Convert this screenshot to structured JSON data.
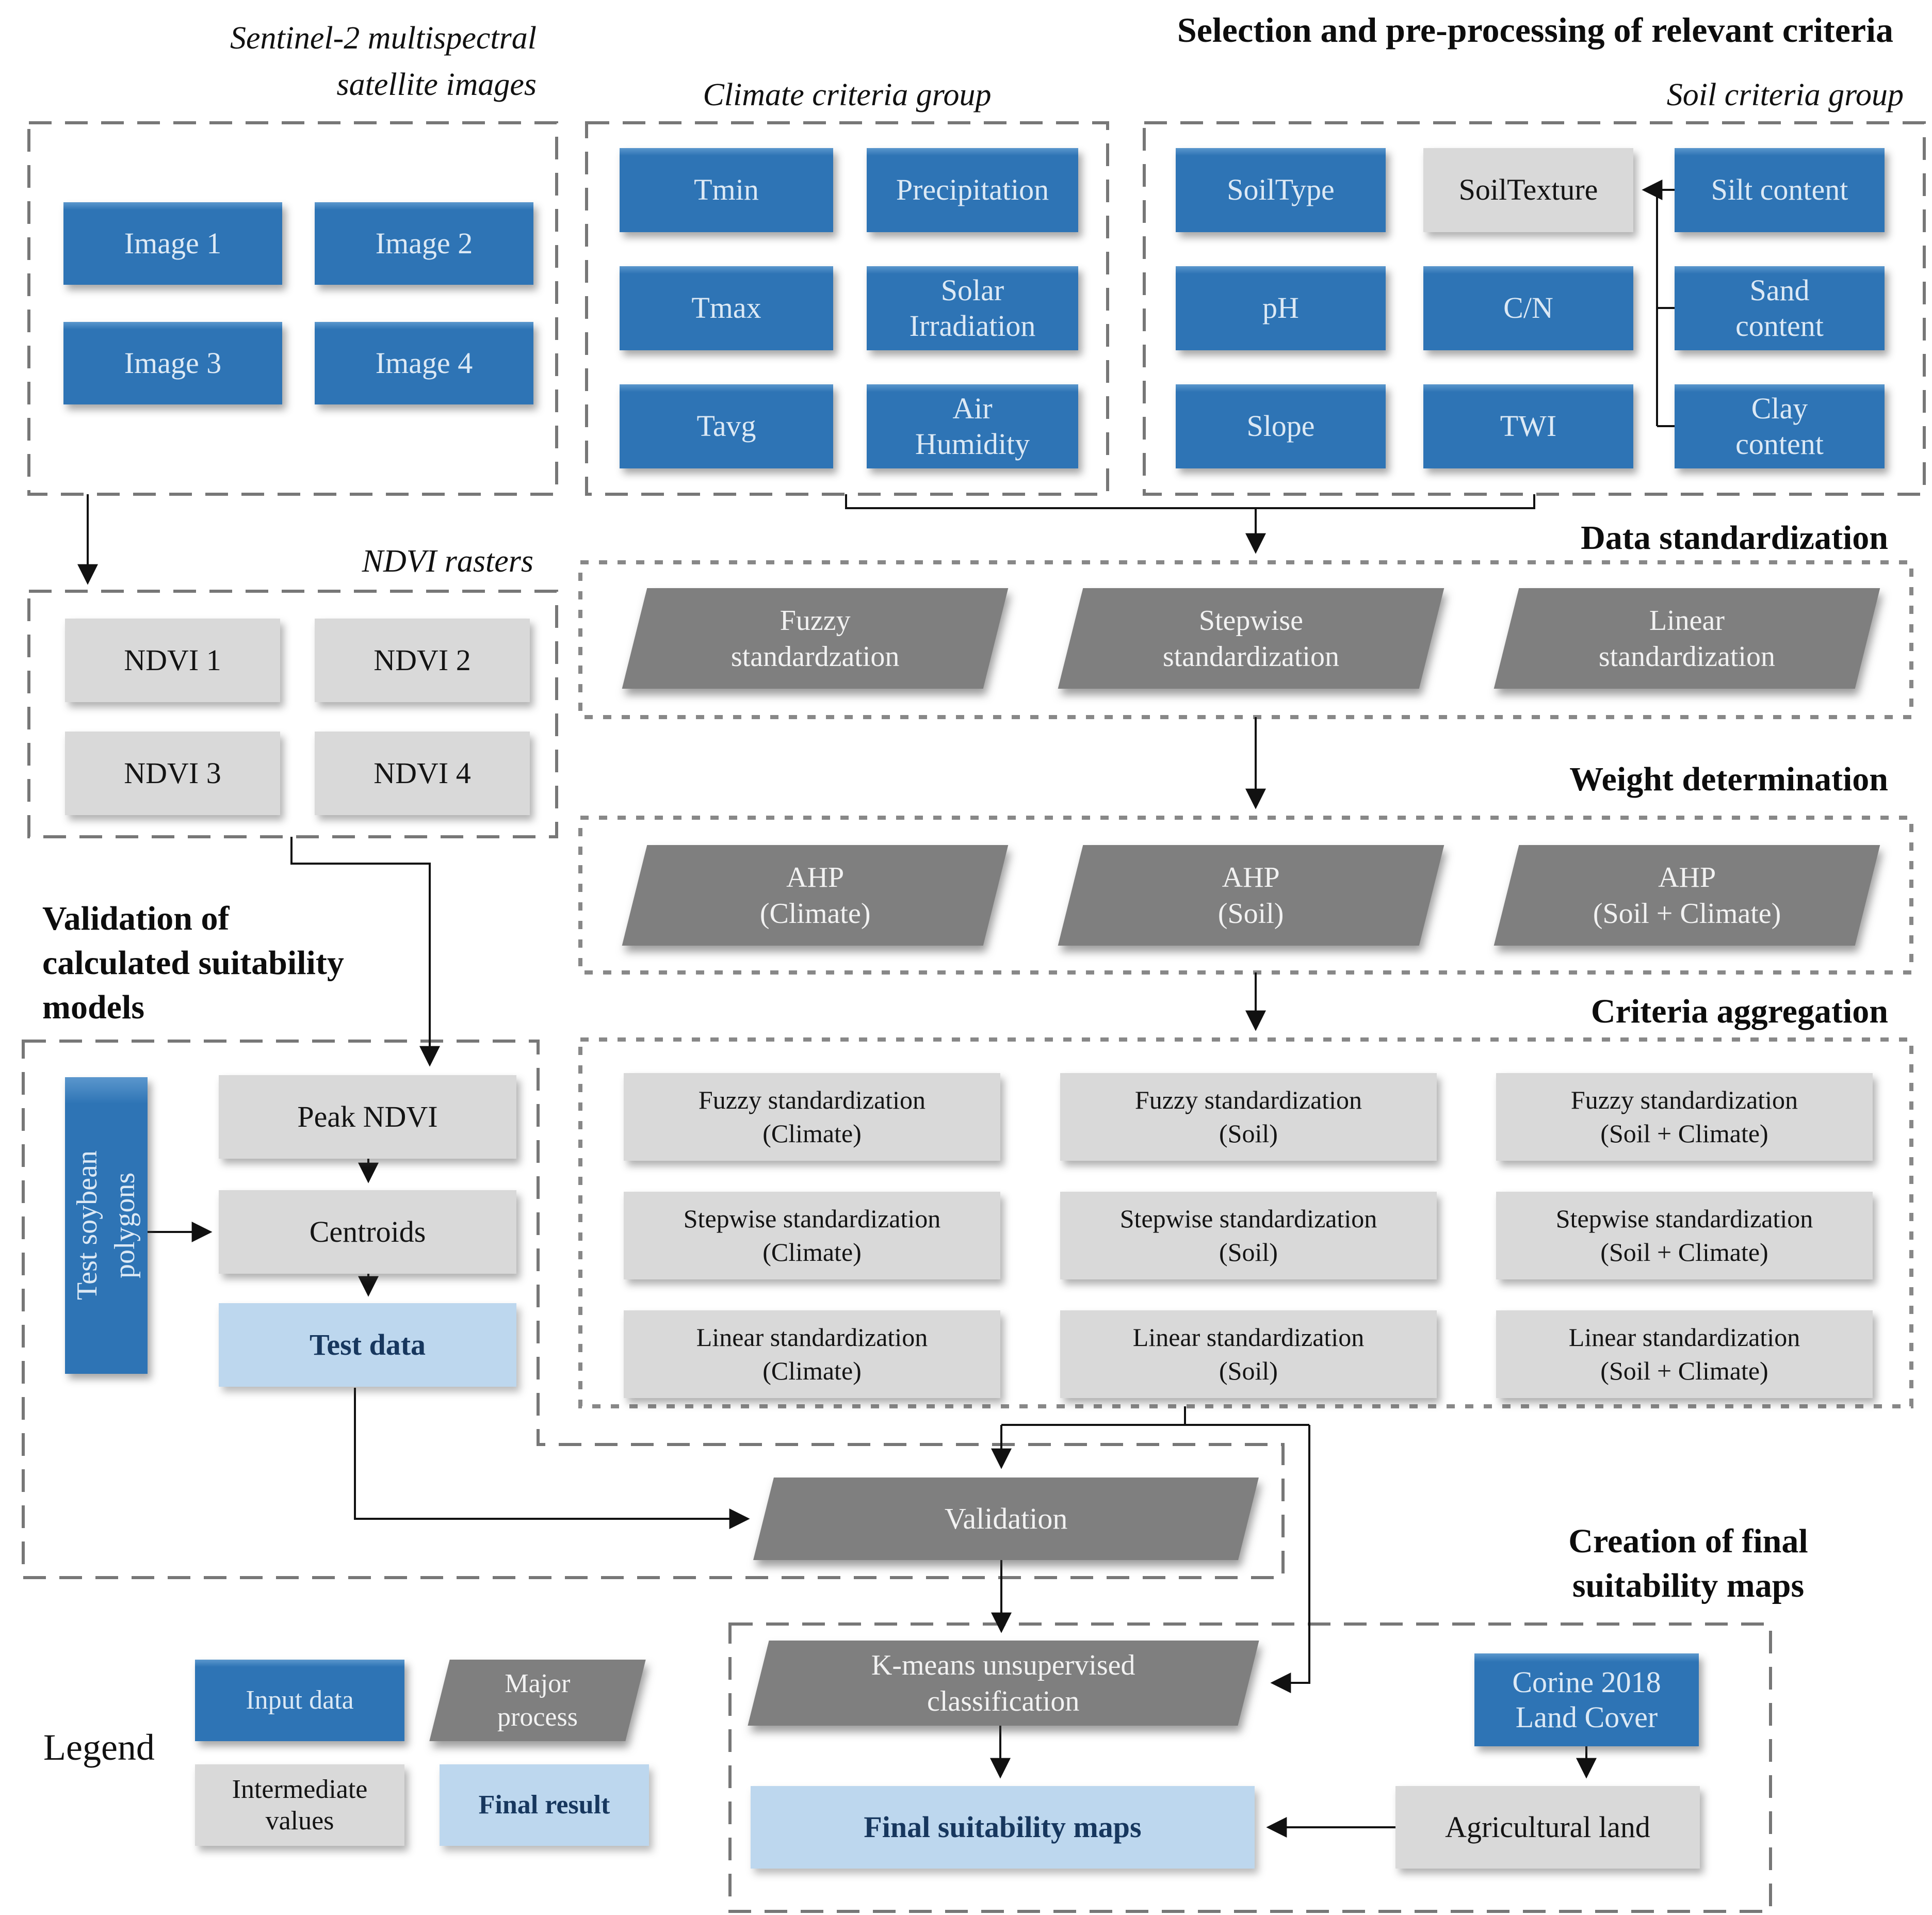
{
  "titles": {
    "sentinel": "Sentinel-2 multispectral\nsatellite images",
    "main": "Selection and pre-processing of relevant criteria",
    "ndvi": "NDVI rasters",
    "validation_section": "Validation of\ncalculated suitability\nmodels",
    "data_standardization": "Data standardization",
    "weight_determination": "Weight determination",
    "criteria_aggregation": "Criteria aggregation",
    "creation": "Creation of final\nsuitability maps",
    "legend": "Legend"
  },
  "sentinel": {
    "images": [
      {
        "label": "Image 1"
      },
      {
        "label": "Image 2"
      },
      {
        "label": "Image 3"
      },
      {
        "label": "Image 4"
      }
    ]
  },
  "climate": {
    "label": "Climate criteria group",
    "items": [
      {
        "label": "Tmin"
      },
      {
        "label": "Precipitation"
      },
      {
        "label": "Tmax"
      },
      {
        "label": "Solar\nIrradiation"
      },
      {
        "label": "Tavg"
      },
      {
        "label": "Air\nHumidity"
      }
    ]
  },
  "soil": {
    "label": "Soil criteria group",
    "items": [
      {
        "label": "SoilType"
      },
      {
        "label": "SoilTexture"
      },
      {
        "label": "Silt content"
      },
      {
        "label": "pH"
      },
      {
        "label": "C/N"
      },
      {
        "label": "Sand\ncontent"
      },
      {
        "label": "Slope"
      },
      {
        "label": "TWI"
      },
      {
        "label": "Clay\ncontent"
      }
    ]
  },
  "ndvi": {
    "items": [
      {
        "label": "NDVI 1"
      },
      {
        "label": "NDVI 2"
      },
      {
        "label": "NDVI 3"
      },
      {
        "label": "NDVI 4"
      }
    ]
  },
  "standardization": {
    "processes": [
      {
        "label": "Fuzzy\nstandardzation"
      },
      {
        "label": "Stepwise\nstandardization"
      },
      {
        "label": "Linear\nstandardization"
      }
    ]
  },
  "weights": {
    "processes": [
      {
        "label": "AHP\n(Climate)"
      },
      {
        "label": "AHP\n(Soil)"
      },
      {
        "label": "AHP\n(Soil + Climate)"
      }
    ]
  },
  "aggregation": {
    "items": [
      {
        "label": "Fuzzy standardization\n(Climate)"
      },
      {
        "label": "Fuzzy standardization\n(Soil)"
      },
      {
        "label": "Fuzzy standardization\n(Soil + Climate)"
      },
      {
        "label": "Stepwise standardization\n(Climate)"
      },
      {
        "label": "Stepwise standardization\n(Soil)"
      },
      {
        "label": "Stepwise standardization\n(Soil + Climate)"
      },
      {
        "label": "Linear standardization\n(Climate)"
      },
      {
        "label": "Linear standardization\n(Soil)"
      },
      {
        "label": "Linear standardization\n(Soil + Climate)"
      }
    ]
  },
  "validation": {
    "soybean": "Test soybean\npolygons",
    "peak_ndvi": "Peak NDVI",
    "centroids": "Centroids",
    "test_data": "Test data",
    "process": "Validation"
  },
  "creation": {
    "kmeans": "K-means unsupervised\nclassification",
    "corine": "Corine 2018\nLand Cover",
    "final_maps": "Final suitability maps",
    "agricultural": "Agricultural land"
  },
  "legend": {
    "input_data": "Input data",
    "major_process": "Major\nprocess",
    "intermediate_values": "Intermediate\nvalues",
    "final_result": "Final result"
  },
  "colors": {
    "input_blue": "#2e74b5",
    "major_process_gray": "#7f7f7f",
    "intermediate_gray": "#d9d9d9",
    "final_light_blue": "#bdd7ee",
    "dashed_border": "#7a7a7a",
    "connector_black": "#111111"
  }
}
